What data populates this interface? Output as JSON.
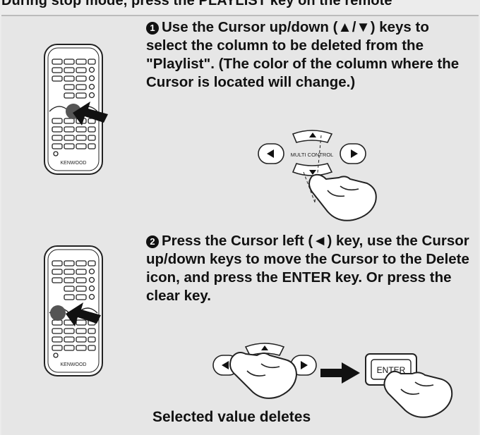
{
  "header": {
    "truncated_text": "During stop mode, press the PLAYLIST key on the remote"
  },
  "steps": [
    {
      "number": "1",
      "text": "Use the Cursor up/down (▲/▼) keys to select the column to be deleted from the \"Playlist\". (The color of the column where the Cursor is located will change.)"
    },
    {
      "number": "2",
      "text": "Press the Cursor left (◄) key, use the Cursor up/down keys to move the Cursor to the Delete icon, and press the ENTER key. Or press the clear key."
    }
  ],
  "remote": {
    "brand": "KENWOOD"
  },
  "multi_control_label": "MULTI CONTROL",
  "enter_key_label": "ENTER",
  "caption": "Selected value deletes",
  "icons": [
    "remote-control-icon",
    "pointing-arrow-icon",
    "multi-control-pad-icon",
    "pointing-hand-icon",
    "right-arrow-icon",
    "enter-key-icon"
  ]
}
